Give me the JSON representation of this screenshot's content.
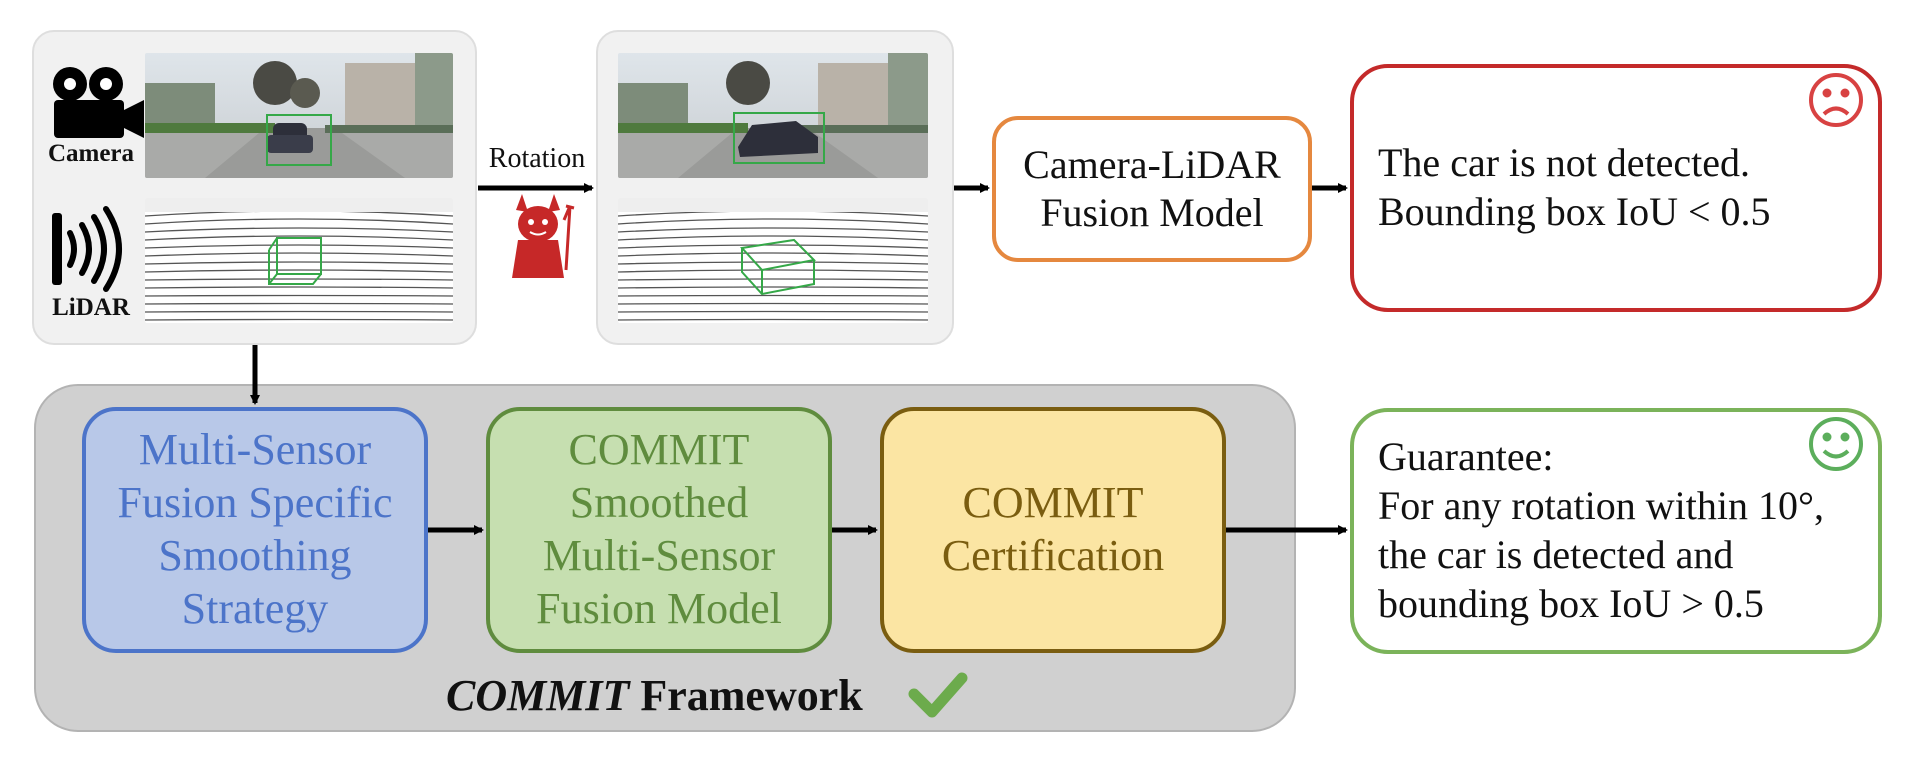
{
  "input_panel": {
    "camera_label": "Camera",
    "lidar_label": "LiDAR"
  },
  "attack": {
    "label": "Rotation"
  },
  "fusion_model": {
    "label": "Camera-LiDAR\nFusion Model"
  },
  "failure_result": {
    "text": "The car is not detected.\nBounding box IoU < 0.5",
    "icon": "sad-face-icon",
    "color": "#d84242"
  },
  "framework": {
    "title_italic": "COMMIT",
    "title_rest": " Framework",
    "check_icon": "checkmark-icon",
    "check_color": "#6cab4c",
    "steps": [
      {
        "label": "Multi-Sensor\nFusion Specific\nSmoothing\nStrategy"
      },
      {
        "label": "COMMIT\nSmoothed\nMulti-Sensor\nFusion Model"
      },
      {
        "label": "COMMIT\nCertification"
      }
    ]
  },
  "success_result": {
    "text": "Guarantee:\nFor any rotation within 10°,\nthe car is detected and\nbounding box IoU > 0.5",
    "icon": "happy-face-icon",
    "color": "#5cae5c"
  }
}
